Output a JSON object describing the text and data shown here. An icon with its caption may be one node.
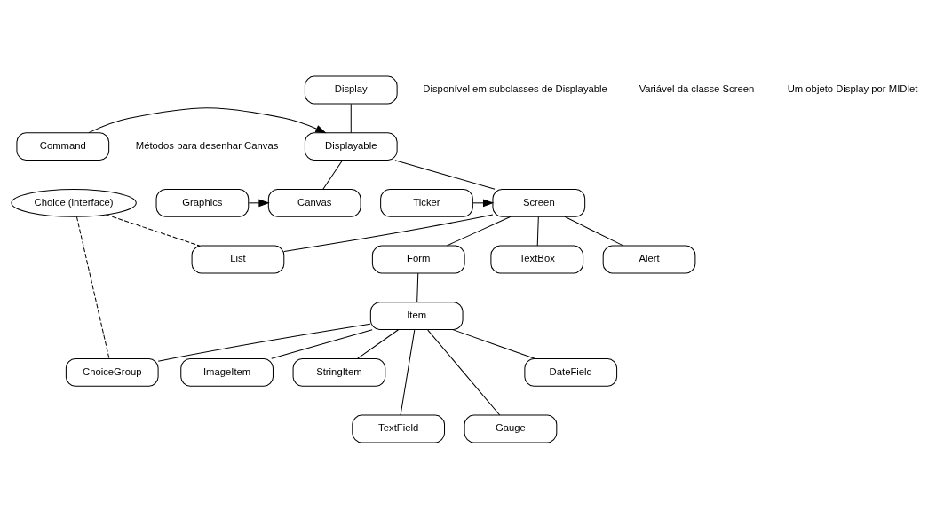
{
  "diagram": {
    "nodes": [
      {
        "text": [
          "Display"
        ]
      },
      {
        "text": [
          "Command"
        ]
      },
      {
        "text": [
          "Displayable"
        ]
      },
      {
        "text": [
          "Ticker"
        ]
      },
      {
        "text": [
          "Screen"
        ]
      },
      {
        "text": [
          "Canvas"
        ]
      },
      {
        "text": [
          "Graphics"
        ]
      },
      {
        "text": [
          "TextBox"
        ]
      },
      {
        "text": [
          "List"
        ]
      },
      {
        "text": [
          "Alert"
        ]
      },
      {
        "text": [
          "Form"
        ]
      },
      {
        "text": [
          "Choice (interface)"
        ]
      },
      {
        "text": [
          "Item"
        ]
      },
      {
        "text": [
          "ChoiceGroup"
        ]
      },
      {
        "text": [
          "DateField"
        ]
      },
      {
        "text": [
          "ImageItem"
        ]
      },
      {
        "text": [
          "StringItem"
        ]
      },
      {
        "text": [
          "TextField"
        ]
      },
      {
        "text": [
          "Gauge"
        ]
      }
    ],
    "edges": [
      {
        "from": 0,
        "to": 2,
        "arrow": "none"
      },
      {
        "from": 1,
        "to": 2,
        "arrow": "to"
      },
      {
        "from": 2,
        "to": 4,
        "arrow": "none"
      },
      {
        "from": 2,
        "to": 5,
        "arrow": "none"
      },
      {
        "from": 3,
        "to": 4,
        "arrow": "to"
      },
      {
        "from": 6,
        "to": 5,
        "arrow": "to"
      },
      {
        "from": 4,
        "to": 7,
        "arrow": "none"
      },
      {
        "from": 4,
        "to": 8,
        "arrow": "none"
      },
      {
        "from": 4,
        "to": 9,
        "arrow": "none"
      },
      {
        "from": 4,
        "to": 10,
        "arrow": "none"
      },
      {
        "from": 10,
        "to": 12,
        "arrow": "none"
      },
      {
        "from": 11,
        "to": 8,
        "arrow": "none",
        "style": "dashed"
      },
      {
        "from": 11,
        "to": 13,
        "arrow": "none",
        "style": "dashed"
      },
      {
        "from": 12,
        "to": 13,
        "arrow": "none"
      },
      {
        "from": 12,
        "to": 14,
        "arrow": "none"
      },
      {
        "from": 12,
        "to": 17,
        "arrow": "none"
      },
      {
        "from": 12,
        "to": 18,
        "arrow": "none"
      },
      {
        "from": 12,
        "to": 15,
        "arrow": "none"
      },
      {
        "from": 12,
        "to": 16,
        "arrow": "none"
      }
    ],
    "labels": [
      "Um objeto Display por MIDlet",
      "Disponível em subclasses de Displayable",
      "Variável da classe Screen",
      "Métodos para desenhar Canvas"
    ]
  }
}
